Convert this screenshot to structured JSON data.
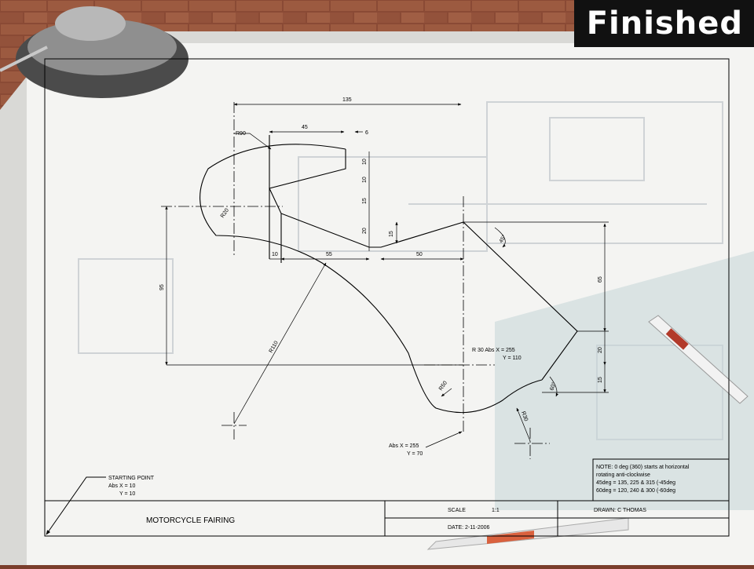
{
  "badge": "Finished",
  "title_block": {
    "title": "MOTORCYCLE FAIRING",
    "scale_label": "SCALE",
    "scale_value": "1:1",
    "drawn": "DRAWN: C THOMAS",
    "date": "DATE: 2-11-2006"
  },
  "note": {
    "lines": [
      "NOTE: 0 deg (360) starts at horizontal",
      "rotating anti-clockwise",
      "45deg = 135, 225 & 315 (-45deg",
      "60deg = 120, 240 & 300 (-60deg"
    ]
  },
  "starting_point": {
    "lines": [
      "STARTING POINT",
      "Abs X = 10",
      "Y = 10"
    ]
  },
  "dimensions": {
    "top_135": "135",
    "d45": "45",
    "d6": "6",
    "v10a": "10",
    "v10b": "10",
    "v15": "15",
    "v20": "20",
    "v15b": "15",
    "h10": "10",
    "h55": "55",
    "h50": "50",
    "v95": "95",
    "v65": "65",
    "v20b": "20",
    "v15c": "15",
    "angle45": "45°",
    "angle60": "60°",
    "r90": "R90",
    "r20": "R20",
    "r110": "R110",
    "r50": "R50",
    "r30": "R30",
    "r30_abs": [
      "R 30 Abs X = 255",
      "Y = 110"
    ],
    "abs_255": [
      "Abs X = 255",
      "Y = 70"
    ]
  }
}
